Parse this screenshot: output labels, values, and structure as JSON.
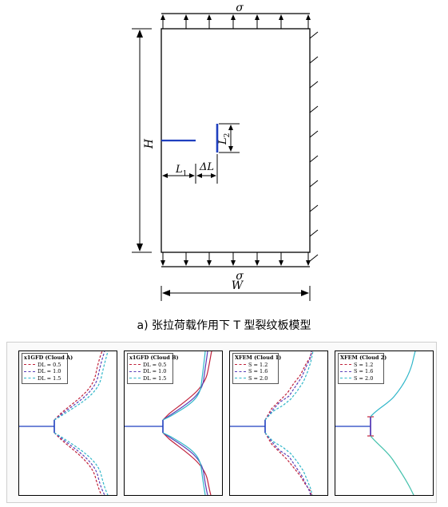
{
  "diagram": {
    "sigma_top": "σ",
    "sigma_bottom": "σ",
    "height_label": "H",
    "width_label": "W",
    "l1_main": "L",
    "l1_sub": "1",
    "l2_main": "L",
    "l2_sub": "2",
    "delta_l": "ΔL",
    "colors": {
      "crack": "#1f3fbf",
      "line": "#000000"
    }
  },
  "caption": "a) 张拉荷载作用下 T 型裂纹板模型",
  "panels": [
    {
      "title": "x1GFD (Cloud A)",
      "legend": [
        {
          "label": "DL = 0.5",
          "color": "#c0203a"
        },
        {
          "label": "DL = 1.0",
          "color": "#5a3fb8"
        },
        {
          "label": "DL = 1.5",
          "color": "#2fb6c9"
        }
      ]
    },
    {
      "title": "x1GFD (Cloud B)",
      "legend": [
        {
          "label": "DL = 0.5",
          "color": "#c0203a"
        },
        {
          "label": "DL = 1.0",
          "color": "#5a3fb8"
        },
        {
          "label": "DL = 1.5",
          "color": "#2fb6c9"
        }
      ]
    },
    {
      "title": "XFEM (Cloud 1)",
      "legend": [
        {
          "label": "S = 1.2",
          "color": "#c0203a"
        },
        {
          "label": "S = 1.6",
          "color": "#5a3fb8"
        },
        {
          "label": "S = 2.0",
          "color": "#2fb6c9"
        }
      ]
    },
    {
      "title": "XFEM (Cloud 2)",
      "legend": [
        {
          "label": "S = 1.2",
          "color": "#c0203a"
        },
        {
          "label": "S = 1.6",
          "color": "#5a3fb8"
        },
        {
          "label": "S = 2.0",
          "color": "#2fb6c9"
        }
      ]
    }
  ]
}
